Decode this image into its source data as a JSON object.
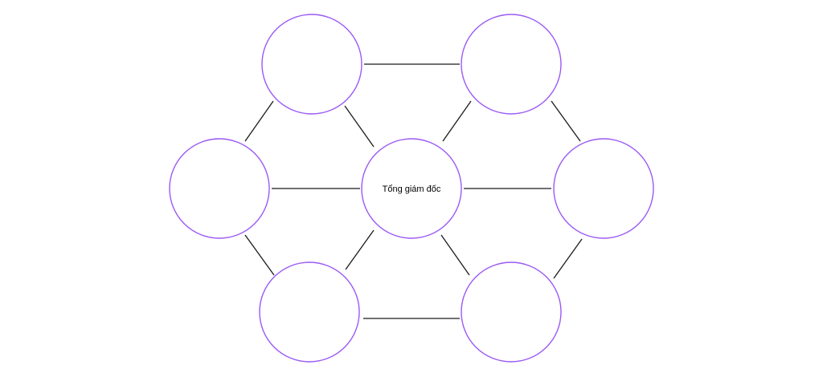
{
  "diagram": {
    "colors": {
      "node_stroke": "#9b59f5",
      "edge": "#1a1a1a",
      "background": "#ffffff"
    },
    "center_node": {
      "label": "Tổng giám đốc"
    },
    "outer_nodes": [
      {
        "id": "top-left",
        "label": ""
      },
      {
        "id": "top-right",
        "label": ""
      },
      {
        "id": "middle-left",
        "label": ""
      },
      {
        "id": "middle-right",
        "label": ""
      },
      {
        "id": "bottom-left",
        "label": ""
      },
      {
        "id": "bottom-right",
        "label": ""
      }
    ]
  }
}
